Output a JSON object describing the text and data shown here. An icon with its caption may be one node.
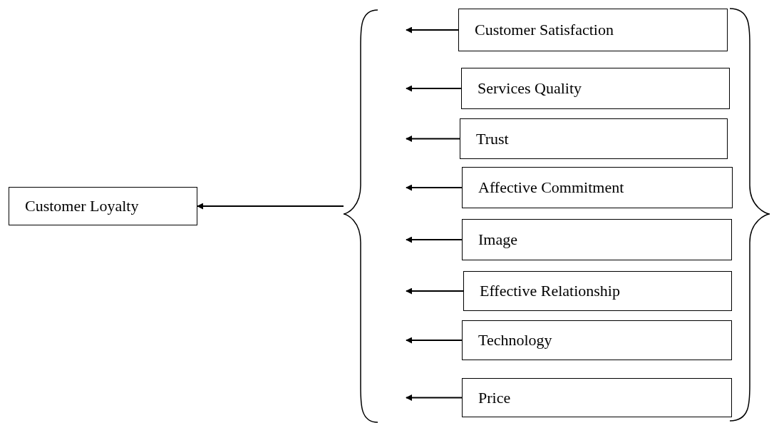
{
  "diagram": {
    "nodes": [
      {
        "text": [
          "Customer Loyalty"
        ]
      },
      {
        "text": [
          "Customer Satisfaction"
        ]
      },
      {
        "text": [
          "Services Quality"
        ]
      },
      {
        "text": [
          "Trust"
        ]
      },
      {
        "text": [
          "Affective Commitment"
        ]
      },
      {
        "text": [
          "Image"
        ]
      },
      {
        "text": [
          "Effective Relationship"
        ]
      },
      {
        "text": [
          "Technology"
        ]
      },
      {
        "text": [
          "Price"
        ]
      },
      {
        "text": [],
        "shape": "brace"
      }
    ],
    "edges": [
      {
        "from": 1,
        "to": null,
        "arrow": "to"
      },
      {
        "from": 2,
        "to": null,
        "arrow": "to"
      },
      {
        "from": 3,
        "to": null,
        "arrow": "to"
      },
      {
        "from": 4,
        "to": null,
        "arrow": "to"
      },
      {
        "from": 5,
        "to": null,
        "arrow": "to"
      },
      {
        "from": 6,
        "to": null,
        "arrow": "to"
      },
      {
        "from": 7,
        "to": null,
        "arrow": "to"
      },
      {
        "from": 8,
        "to": null,
        "arrow": "to"
      },
      {
        "from": 9,
        "to": 0,
        "arrow": "to"
      }
    ]
  }
}
